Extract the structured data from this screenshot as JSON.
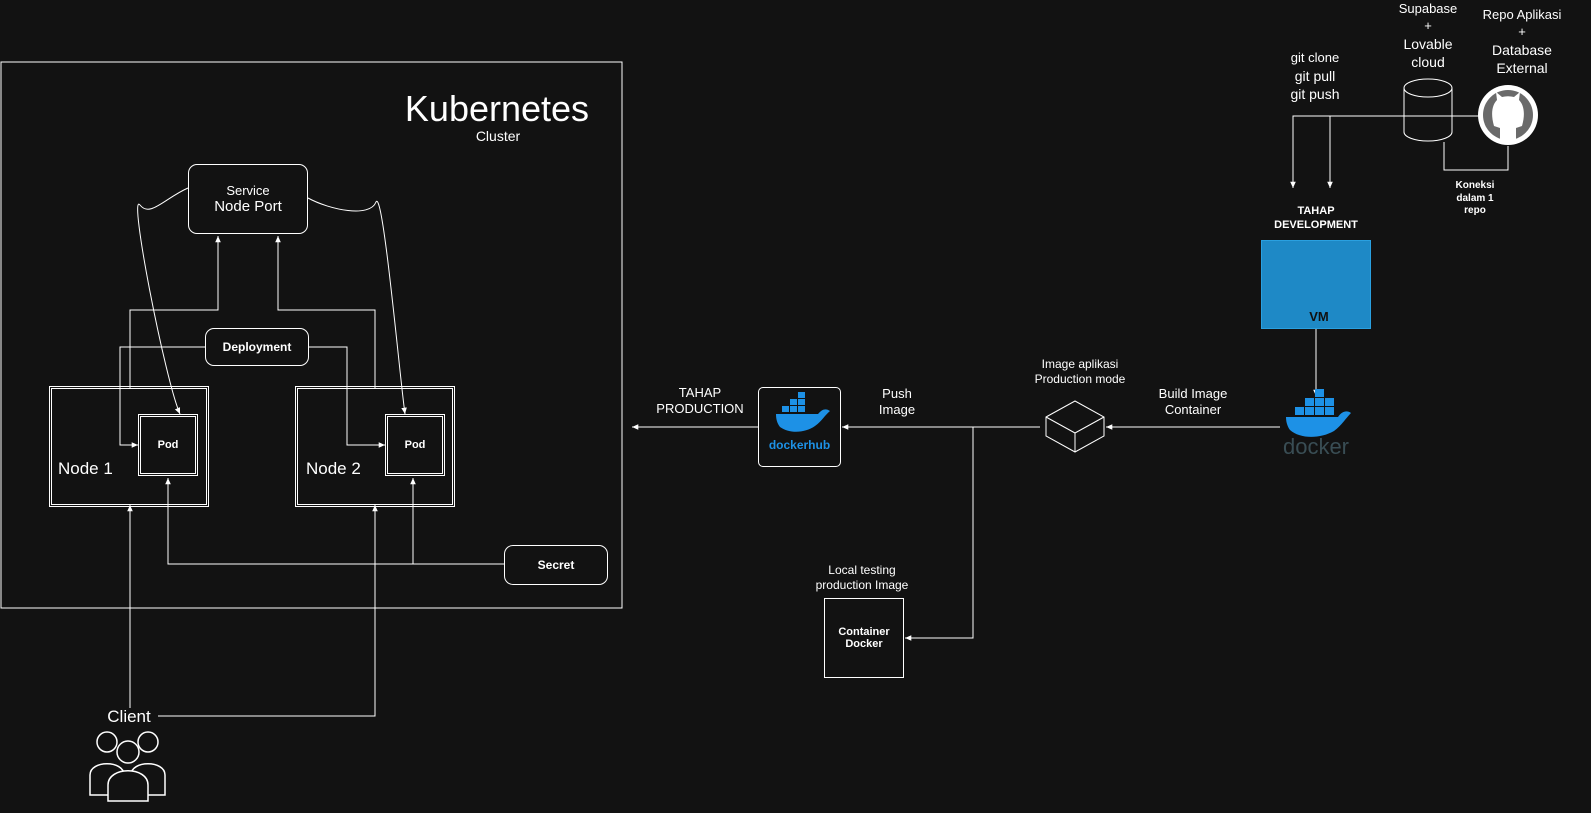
{
  "cluster": {
    "title": "Kubernetes",
    "subtitle": "Cluster"
  },
  "service": {
    "line1": "Service",
    "line2": "Node Port"
  },
  "deployment": {
    "label": "Deployment"
  },
  "node1": {
    "label": "Node 1",
    "pod": "Pod"
  },
  "node2": {
    "label": "Node 2",
    "pod": "Pod"
  },
  "secret": {
    "label": "Secret"
  },
  "client": {
    "label": "Client"
  },
  "production": {
    "line1": "TAHAP",
    "line2": "PRODUCTION"
  },
  "dockerhub": {
    "label": "dockerhub"
  },
  "push": {
    "line1": "Push",
    "line2": "Image"
  },
  "image_app": {
    "line1": "Image aplikasi",
    "line2": "Production mode"
  },
  "build": {
    "line1": "Build Image",
    "line2": "Container"
  },
  "docker": {
    "label": "docker"
  },
  "local_testing": {
    "line1": "Local testing",
    "line2": "production Image"
  },
  "container_docker": {
    "line1": "Container",
    "line2": "Docker"
  },
  "development": {
    "line1": "TAHAP",
    "line2": "DEVELOPMENT",
    "vm": "VM"
  },
  "git": {
    "line1": "git clone",
    "line2": "git pull",
    "line3": "git push"
  },
  "supabase": {
    "line1": "Supabase",
    "line2": "+",
    "line3": "Lovable",
    "line4": "cloud"
  },
  "repo": {
    "line1": "Repo Aplikasi",
    "line2": "+",
    "line3": "Database",
    "line4": "External"
  },
  "koneksi": {
    "line1": "Koneksi",
    "line2": "dalam 1",
    "line3": "repo"
  },
  "colors": {
    "background": "#121212",
    "line": "#ffffff",
    "docker_blue": "#1D91E6",
    "vm_blue": "#1E89C6",
    "docker_text": "#394D54"
  }
}
